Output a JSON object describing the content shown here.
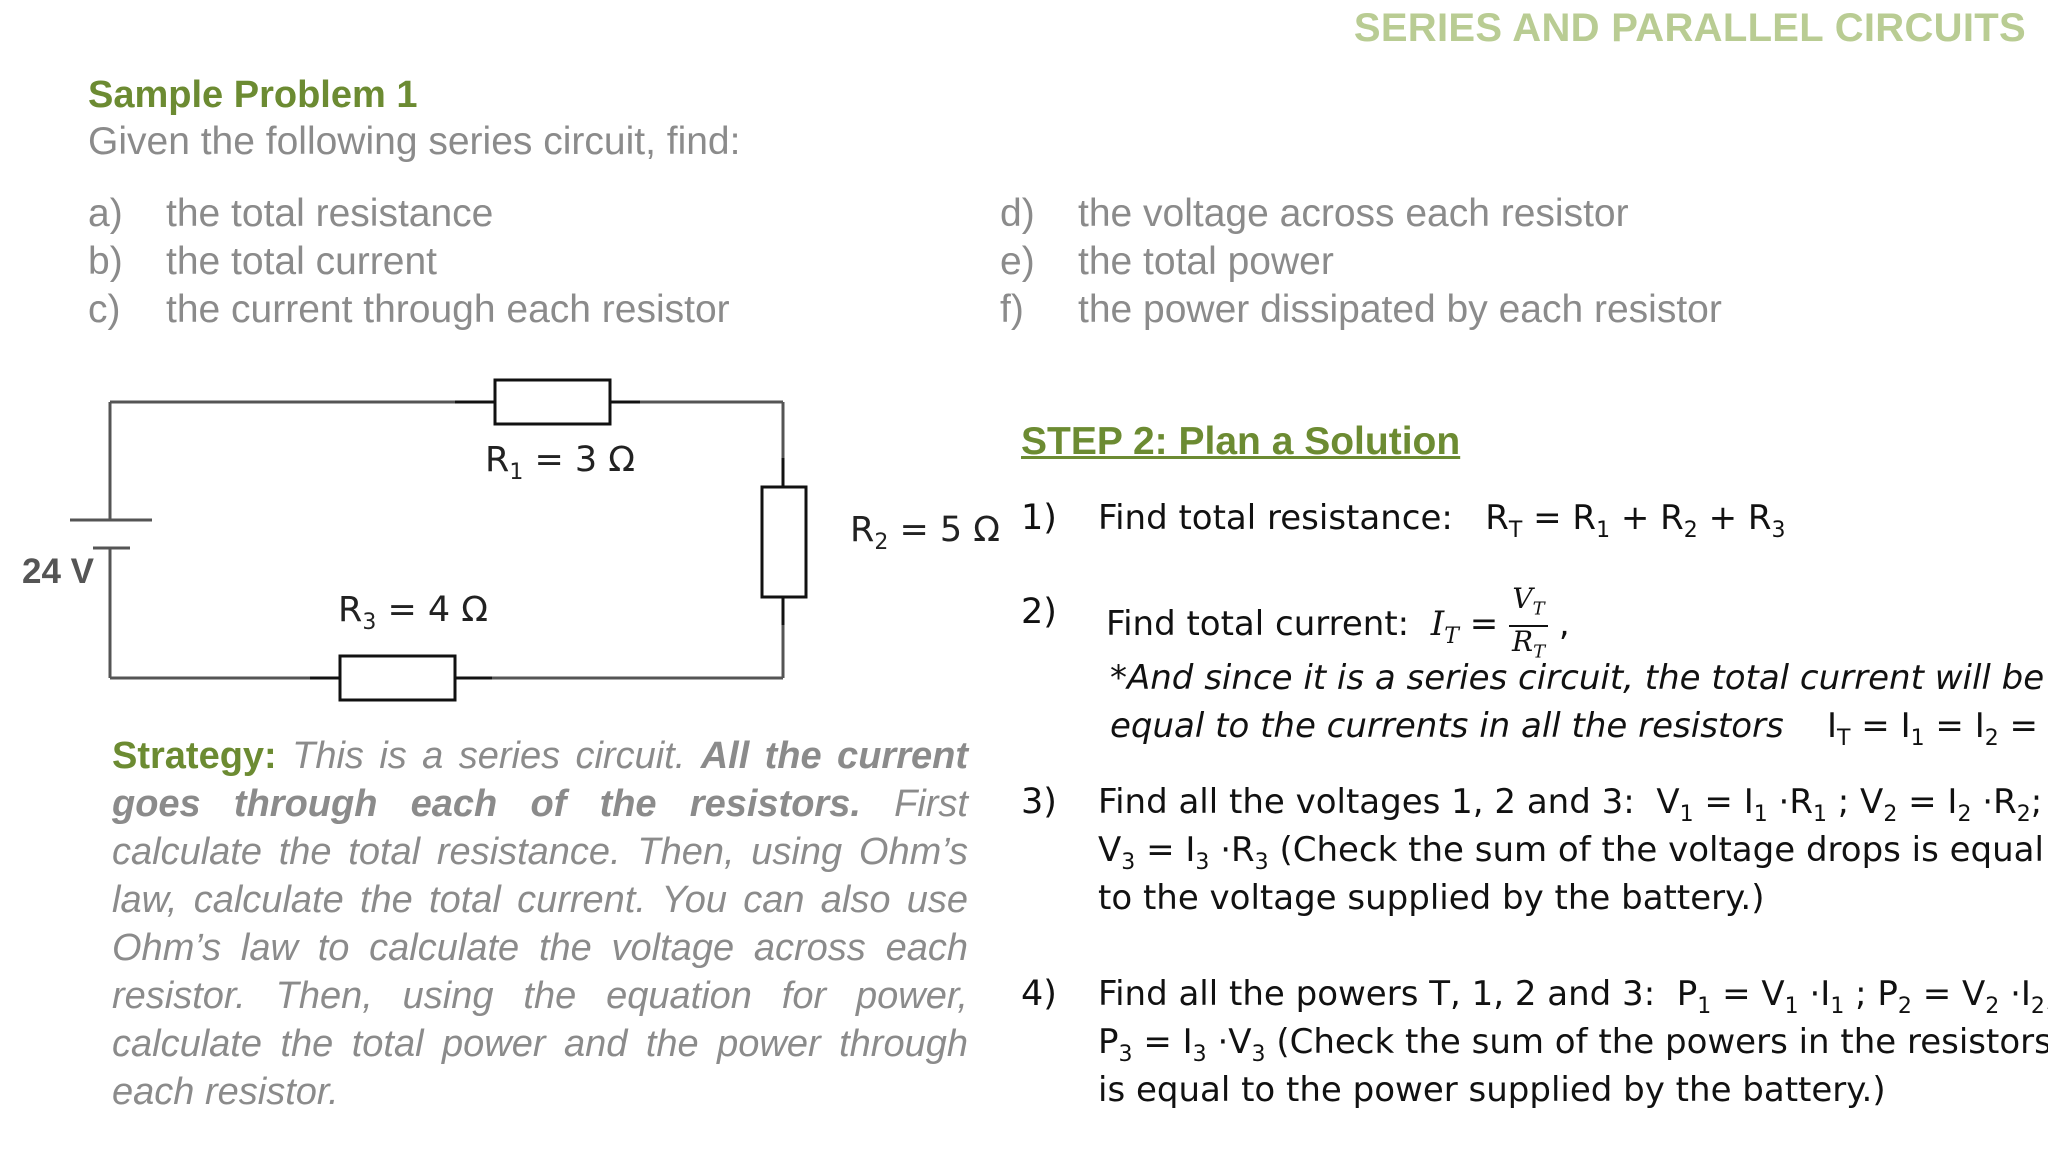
{
  "header": {
    "title": "SERIES AND PARALLEL CIRCUITS"
  },
  "problem": {
    "title": "Sample Problem 1",
    "intro": "Given the following series circuit, find:",
    "questions_left": [
      {
        "letter": "a)",
        "text": "the total resistance"
      },
      {
        "letter": "b)",
        "text": "the total current"
      },
      {
        "letter": "c)",
        "text": "the current through each resistor"
      }
    ],
    "questions_right": [
      {
        "letter": "d)",
        "text": "the voltage across each resistor"
      },
      {
        "letter": "e)",
        "text": "the total power"
      },
      {
        "letter": "f)",
        "text": "the power dissipated by each resistor"
      }
    ]
  },
  "circuit": {
    "battery": "24 V",
    "r1_label": "R",
    "r1_sub": "1",
    "r1_value": " = 3 Ω",
    "r2_label": "R",
    "r2_sub": "2",
    "r2_value": " = 5 Ω",
    "r3_label": "R",
    "r3_sub": "3",
    "r3_value": " = 4 Ω"
  },
  "strategy": {
    "lead": "Strategy:",
    "part1": " This is a series circuit. ",
    "emph": "All the current goes through each of the resistors.",
    "part2": " First calculate the total resistance. Then, using Ohm’s law, calculate the total current. You can also use Ohm’s law to calculate the voltage across each resistor. Then, using the equation for power, calculate the total power and the power through each resistor."
  },
  "step2": {
    "title": "STEP 2: Plan a Solution",
    "steps": [
      {
        "num": "1)"
      },
      {
        "num": "2)"
      },
      {
        "num": "3)"
      },
      {
        "num": "4)"
      }
    ],
    "s1_text": "Find total resistance:",
    "s2_text": "Find total current:",
    "s2_note1": "*And since it is a series circuit, the total current will be",
    "s2_note2": "equal to the currents in all the resistors",
    "s3_line1": "Find all the voltages 1, 2 and 3:",
    "s3_line2_tail": " (Check the sum of the voltage drops is equal",
    "s3_line3": "to the voltage supplied by the battery.)",
    "s4_line1": "Find all the powers T, 1, 2 and 3:",
    "s4_line2_tail": " (Check the sum of the powers in the resistors",
    "s4_line3": "is equal to the power supplied by the battery.)"
  }
}
